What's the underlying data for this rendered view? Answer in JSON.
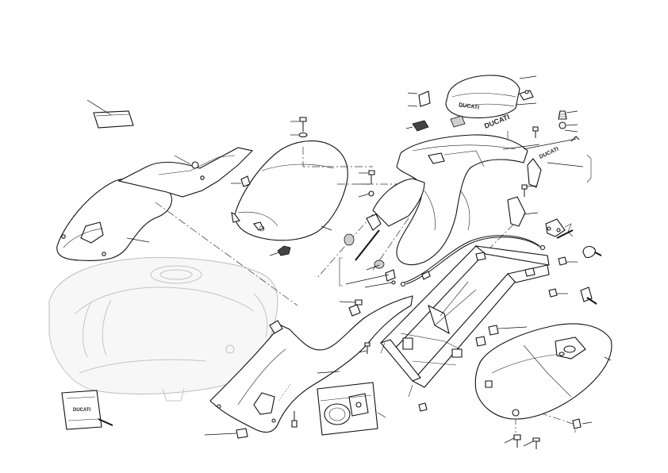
{
  "diagram": {
    "type": "exploded-parts-view",
    "labels": {
      "seat_logo": "DUCATI",
      "tail_logo": "DUCATI",
      "fairing_logo": "DUCATI",
      "kit_logo": "DUCATI"
    }
  }
}
